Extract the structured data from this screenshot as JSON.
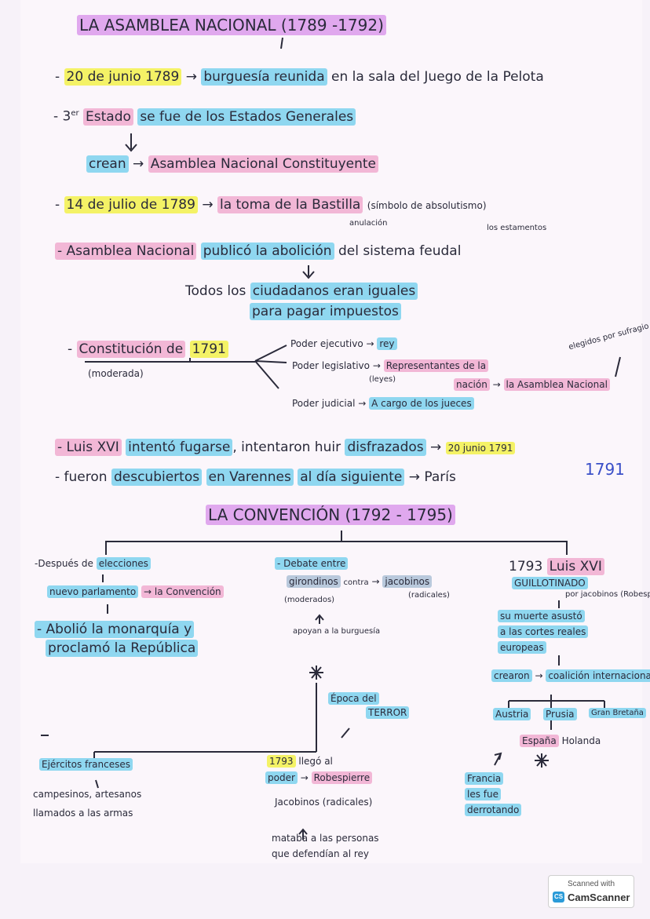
{
  "section1": {
    "title": "LA ASAMBLEA NACIONAL (1789 -1792)",
    "line1_date": "20 de junio 1789",
    "line1_arrow": "→",
    "line1_subject": "burguesía reunida",
    "line1_rest": "en la sala del Juego de la Pelota",
    "line2_prefix": "- 3",
    "line2_sup": "er",
    "line2_text1": "Estado",
    "line2_text2": "se fue de los Estados Generales",
    "line3_text": "crean",
    "line3_arrow": "→",
    "line3_result": "Asamblea Nacional Constituyente",
    "line4_date": "14 de julio de 1789",
    "line4_arrow": "→",
    "line4_text": "la toma de la Bastilla",
    "line4_paren": "(símbolo de absolutismo)",
    "note_anulacion": "anulación",
    "note_estamentos": "los estamentos",
    "line5_text1": "- Asamblea Nacional",
    "line5_text2": "publicó la abolición",
    "line5_text3": "del sistema feudal",
    "line6_text1": "Todos los",
    "line6_text2": "ciudadanos eran iguales",
    "line6_text3": "para pagar impuestos",
    "constitucion": "Constitución de",
    "const_year": "1791",
    "moderada": "(moderada)",
    "poder_ejecutivo": "Poder ejecutivo",
    "rey": "rey",
    "poder_legislativo": "Poder legislativo",
    "leyes": "(leyes)",
    "representantes": "Representantes de la",
    "nacion": "nación",
    "asamblea_nacional": "la Asamblea Nacional",
    "elegidos": "elegidos por sufragio censitario",
    "poder_judicial": "Poder judicial",
    "a_cargo": "A cargo de los jueces",
    "luis_line_a": "- Luis XVI",
    "luis_line_b": "intentó fugarse",
    "luis_line_c": ", intentaron huir",
    "luis_line_d": "disfrazados",
    "luis_line_e": "20 junio 1791",
    "fueron_a": "- fueron",
    "fueron_b": "descubiertos",
    "fueron_c": "en Varennes",
    "fueron_d": "al día siguiente",
    "fueron_e": "París",
    "year_1791": "1791"
  },
  "section2": {
    "title": "LA CONVENCIÓN (1792 - 1795)",
    "left_1a": "-Después de",
    "left_1b": "elecciones",
    "left_2a": "nuevo parlamento",
    "left_2b": "→ la Convención",
    "left_3": "- Abolió la monarquía y",
    "left_4": "proclamó la República",
    "mid_1": "- Debate entre",
    "mid_2": "girondinos",
    "mid_contra": "contra",
    "mid_jacobinos": "jacobinos",
    "mid_moderados": "(moderados)",
    "mid_radicales": "(radicales)",
    "mid_apoyan": "apoyan a la burguesía",
    "right_1a": "1793",
    "right_1b": "Luis XVI",
    "right_2": "GUILLOTINADO",
    "right_por": "por jacobinos (Robespierre)",
    "right_3": "su muerte asustó",
    "right_4": "a las cortes reales",
    "right_5": "europeas",
    "right_6": "crearon",
    "right_7": "coalición internacional",
    "c_austria": "Austria",
    "c_prusia": "Prusia",
    "c_gb": "Gran Bretaña",
    "c_espana": "España",
    "c_holanda": "Holanda",
    "epoca": "Época del",
    "terror": "TERROR",
    "ej_1": "Ejércitos franceses",
    "ej_2": "campesinos, artesanos",
    "ej_3": "llamados a las armas",
    "rob_1a": "1793",
    "rob_1b": "llegó al",
    "rob_2a": "poder",
    "rob_2b": "Robespierre",
    "rob_3": "Jacobinos (radicales)",
    "rob_4": "mataba a las personas",
    "rob_5": "que defendían al rey",
    "francia_1": "Francia",
    "francia_2": "les fue",
    "francia_3": "derrotando"
  },
  "stamp": {
    "line1": "Scanned with",
    "logo": "CS",
    "brand": "CamScanner"
  }
}
